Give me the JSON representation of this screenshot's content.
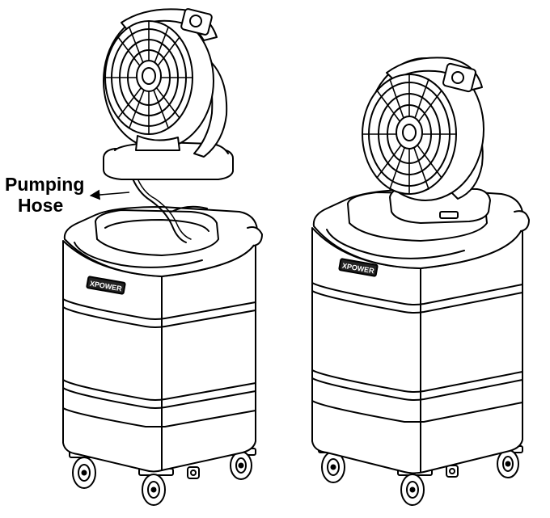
{
  "diagram": {
    "callout": {
      "line1": "Pumping",
      "line2": "Hose"
    },
    "brand_logo_text": "XPOWER",
    "colors": {
      "ink": "#000000",
      "paper": "#ffffff",
      "shade": "#222222"
    }
  }
}
